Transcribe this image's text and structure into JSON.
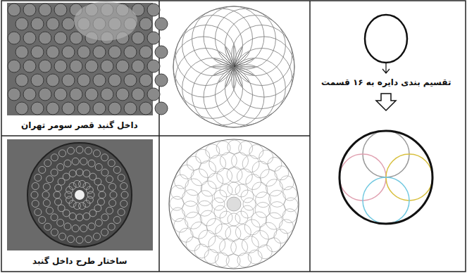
{
  "diagram": {
    "labels": [
      "تقسیم بندی دایره به ۱۶ قسمت",
      "داخل گنبد قصر سومر تهران",
      "ساختار طرح داخل گنبد"
    ]
  }
}
